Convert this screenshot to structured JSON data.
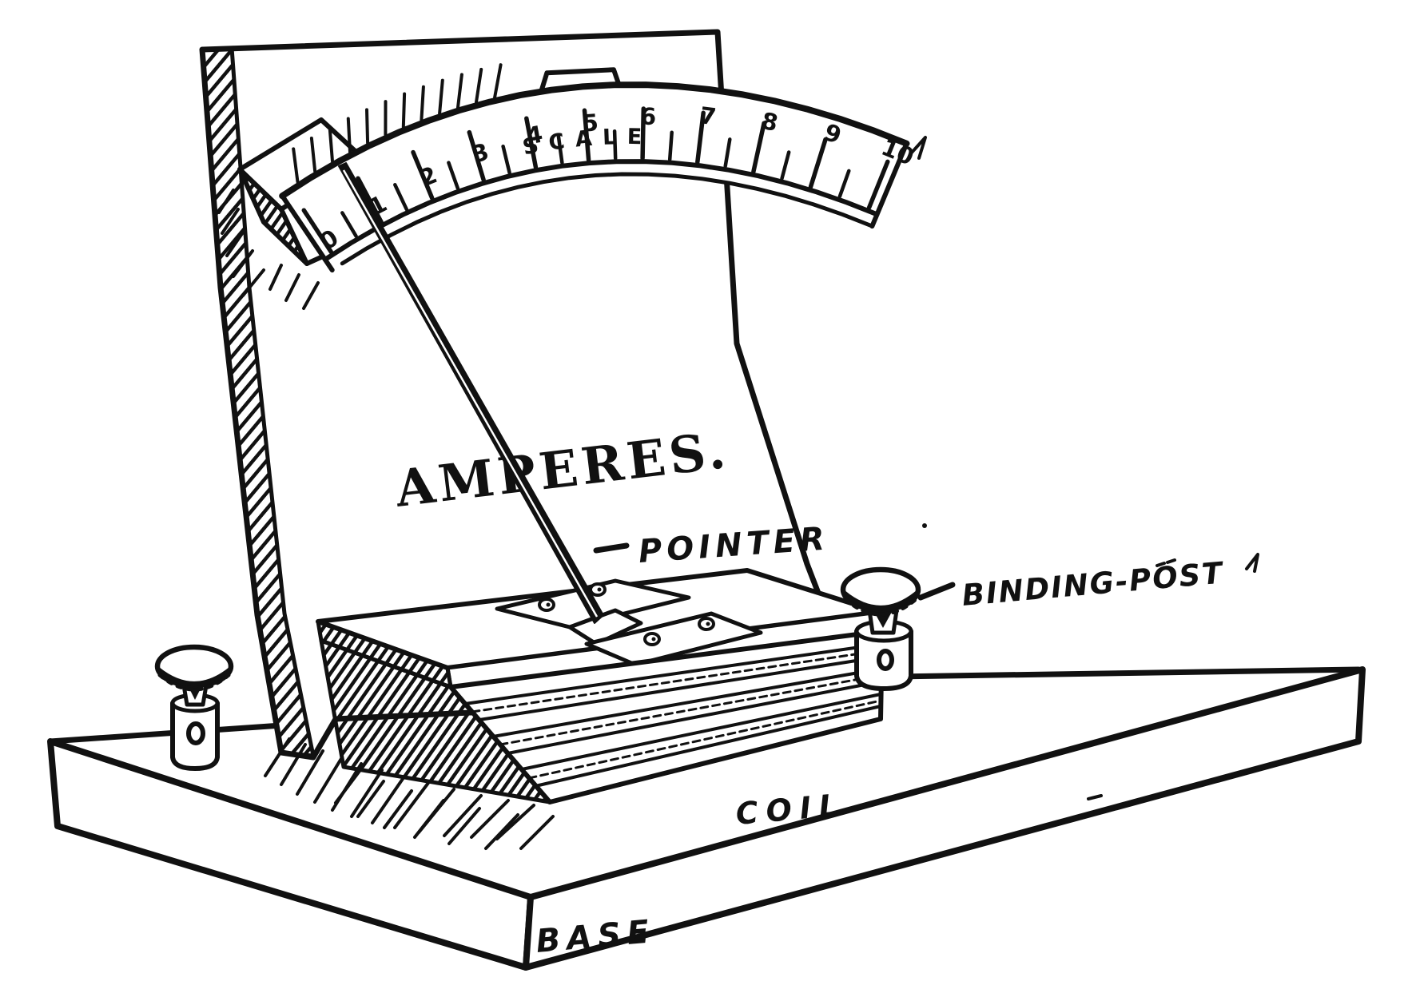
{
  "diagram": {
    "title": "AMPERES.",
    "scale": {
      "label": "SCALE",
      "numbers": [
        "0",
        "1",
        "2",
        "3",
        "4",
        "5",
        "6",
        "7",
        "8",
        "9",
        "10"
      ]
    },
    "labels": {
      "pointer": "POINTER",
      "binding_post": "BINDING-POST",
      "coil": "COIL",
      "base": "BASE"
    }
  }
}
